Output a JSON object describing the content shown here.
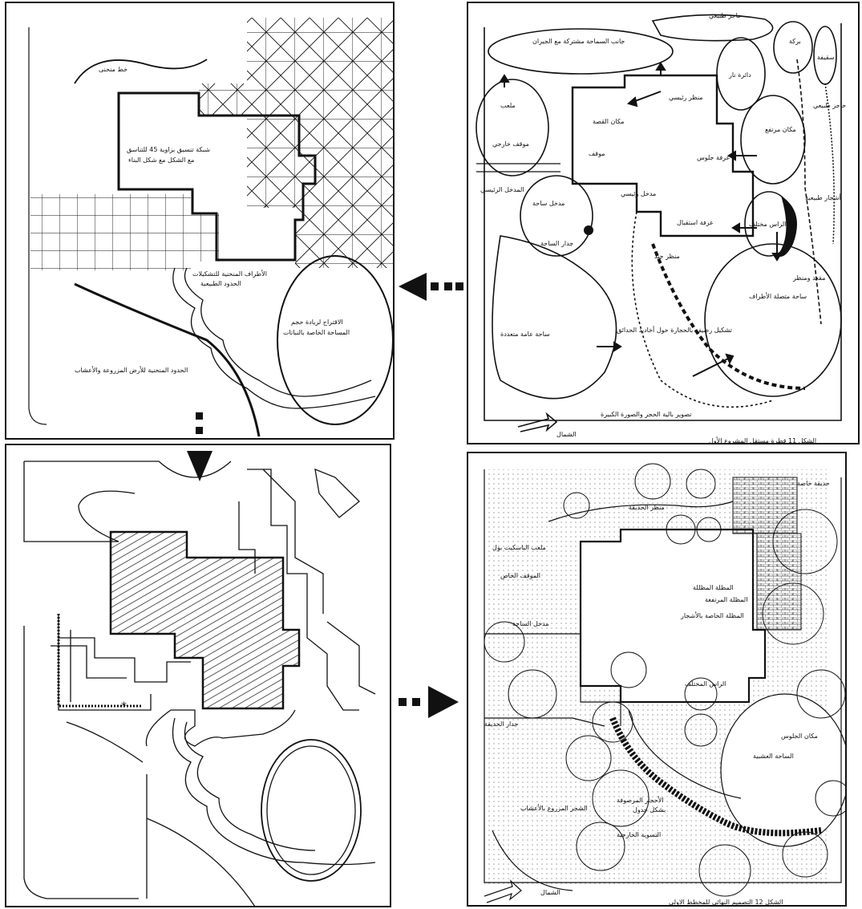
{
  "panels": {
    "top_right": {
      "labels": {
        "hedge_top": "حاجز طبيعي",
        "shared_side": "جانب السماحة مشتركة مع الجيران",
        "pool": "بركة",
        "fire": "دائرة نار",
        "shed": "سقيفة",
        "play": "ملعب",
        "parking": "موقف خارجي",
        "dining": "مكان القصة",
        "kitchen_view": "منظر رئيسي",
        "garage": "موقف",
        "living": "غرفة جلوس",
        "sitting": "مكان مرتفع",
        "main_entry": "المدخل الرئيسي",
        "court_entry": "مدخل ساحة",
        "entrance_hall": "مدخل رئيسي",
        "wall": "جدار الساحة",
        "dining_room": "غرفة استقبال",
        "covered_patio": "الراس مختلف",
        "hedge_right": "حاجز طبيعي",
        "trees_right": "أشجار طبيعية",
        "view": "منظر جيد",
        "lawn": "ساحة متصلة الأطراف",
        "seat": "مقعد ومنظر",
        "open_area": "ساحة عامة متعددة",
        "walk": "تشكيل رصيف بالحجارة حول أخاديد الحدائق",
        "bottom_edge": "تصوير بالية الحجر والصورة الكبيرة",
        "north": "الشمال",
        "caption": "الشكل 11 قطرة مستقل المشروع الأول"
      }
    },
    "top_left": {
      "labels": {
        "curve_line": "خط منحنى",
        "grid_note_1": "شبكة تنسيق بزاوية 45 للتناسق",
        "grid_note_2": "مع الشكل مع شكل البناء",
        "edges_1": "الأطراف المنحنية للتشكيلات",
        "edges_2": "الحدود الطبيعية",
        "ellipse_1": "الاقتراح لزيادة حجم",
        "ellipse_2": "المساحة الخاصة بالنباتات",
        "bottom_note": "الحدود المنحنية للأرض المزروعة والأعشاب"
      }
    },
    "bottom_right": {
      "labels": {
        "private_garden": "حديقة خاصة",
        "view_garden": "منظر الحديقة",
        "pool_deck": "ملعب الباسكيت بول",
        "outdoor": "الموقف الخاص",
        "court_entry": "مدخل الساحة",
        "shaded": "المظلة المظللة",
        "raised": "المظلة المرتفعة",
        "shade_garden": "المظلة الخاصة بالأشجار",
        "covered_patio": "الراس المختلف",
        "wall": "جدار الحديقة",
        "rest_area": "مكان الجلوس",
        "lawn": "الساحة العشبية",
        "mixed": "الشجر المزروع بالأعشاب",
        "stones_1": "الأحجار المرصوفة",
        "stones_2": "بشكل جدول",
        "path": "التسوية الخارجية",
        "north": "الشمال",
        "caption": "الشكل 12 التصميم النهائي للمخطط الاولي"
      }
    }
  },
  "arrows": {
    "to_left": "dashed-arrow-left",
    "to_down": "dashed-arrow-down",
    "to_right": "dashed-arrow-right"
  }
}
